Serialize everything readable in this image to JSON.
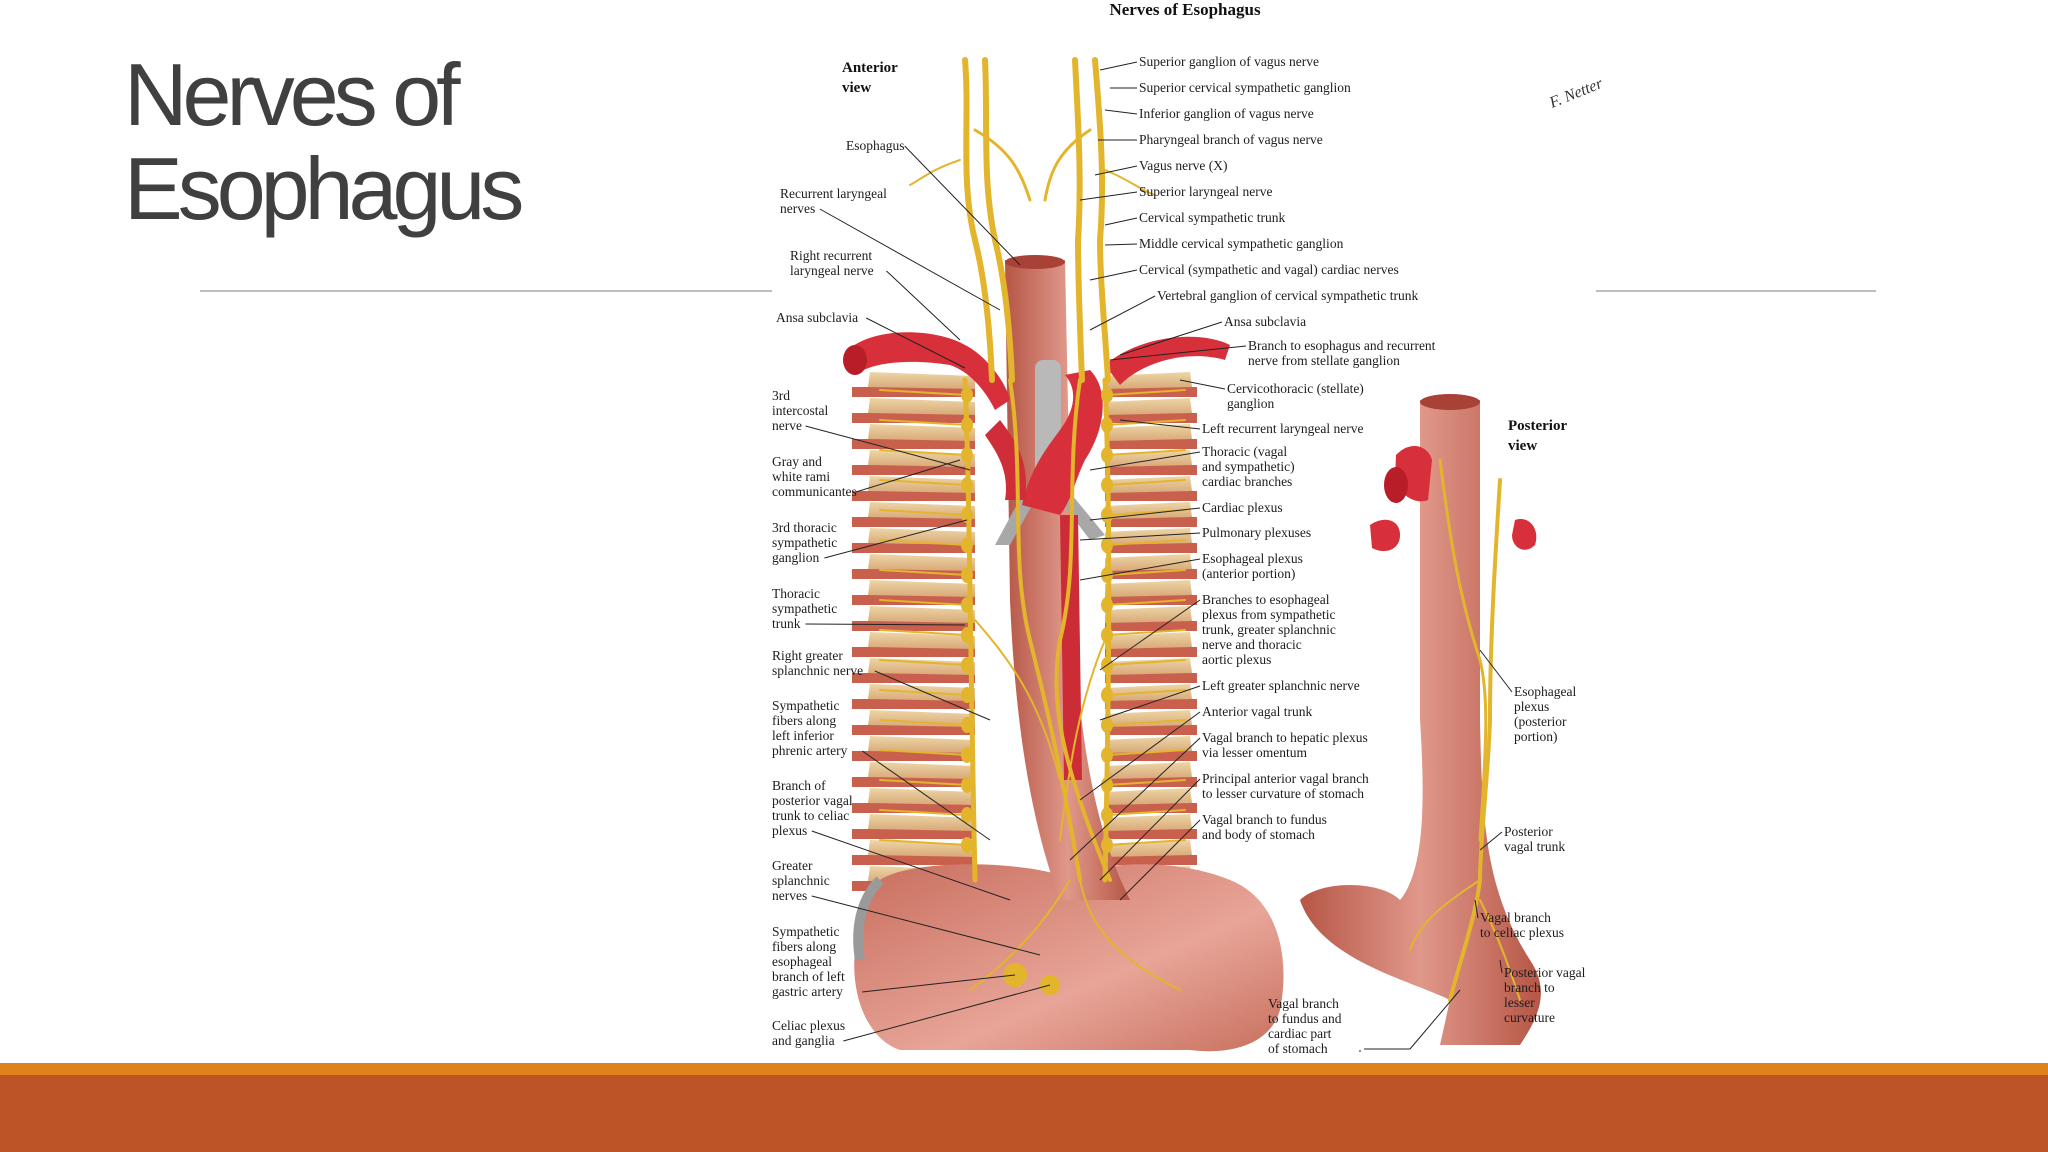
{
  "slide": {
    "title_line1": "Nerves of",
    "title_line2": "Esophagus"
  },
  "figure": {
    "title": "Nerves of Esophagus",
    "anterior_view": [
      "Anterior",
      "view"
    ],
    "posterior_view": [
      "Posterior",
      "view"
    ],
    "signature": "F. Netter",
    "labels_left": [
      [
        "Esophagus"
      ],
      [
        "Recurrent laryngeal",
        "nerves"
      ],
      [
        "Right recurrent",
        "laryngeal nerve"
      ],
      [
        "Ansa subclavia"
      ],
      [
        "3rd",
        "intercostal",
        "nerve"
      ],
      [
        "Gray and",
        "white rami",
        "communicantes"
      ],
      [
        "3rd thoracic",
        "sympathetic",
        "ganglion"
      ],
      [
        "Thoracic",
        "sympathetic",
        "trunk"
      ],
      [
        "Right greater",
        "splanchnic nerve"
      ],
      [
        "Sympathetic",
        "fibers along",
        "left inferior",
        "phrenic artery"
      ],
      [
        "Branch of",
        "posterior vagal",
        "trunk to celiac",
        "plexus"
      ],
      [
        "Greater",
        "splanchnic",
        "nerves"
      ],
      [
        "Sympathetic",
        "fibers along",
        "esophageal",
        "branch of left",
        "gastric artery"
      ],
      [
        "Celiac plexus",
        "and ganglia"
      ]
    ],
    "labels_right": [
      [
        "Superior ganglion of vagus nerve"
      ],
      [
        "Superior cervical sympathetic ganglion"
      ],
      [
        "Inferior ganglion of vagus nerve"
      ],
      [
        "Pharyngeal branch of vagus nerve"
      ],
      [
        "Vagus nerve (X)"
      ],
      [
        "Superior laryngeal nerve"
      ],
      [
        "Cervical sympathetic trunk"
      ],
      [
        "Middle cervical sympathetic ganglion"
      ],
      [
        "Cervical (sympathetic and vagal) cardiac nerves"
      ],
      [
        "Vertebral ganglion of cervical sympathetic trunk"
      ],
      [
        "Ansa subclavia"
      ],
      [
        "Branch to esophagus and recurrent",
        "nerve from stellate ganglion"
      ],
      [
        "Cervicothoracic (stellate)",
        "ganglion"
      ],
      [
        "Left recurrent laryngeal nerve"
      ],
      [
        "Thoracic (vagal",
        "and sympathetic)",
        "cardiac branches"
      ],
      [
        "Cardiac plexus"
      ],
      [
        "Pulmonary plexuses"
      ],
      [
        "Esophageal plexus",
        "(anterior portion)"
      ],
      [
        "Branches to esophageal",
        "plexus from sympathetic",
        "trunk, greater splanchnic",
        "nerve and thoracic",
        "aortic plexus"
      ],
      [
        "Left greater splanchnic nerve"
      ],
      [
        "Anterior vagal trunk"
      ],
      [
        "Vagal branch to hepatic plexus",
        "via lesser omentum"
      ],
      [
        "Principal anterior vagal branch",
        "to lesser curvature of stomach"
      ],
      [
        "Vagal branch to fundus",
        "and body of stomach"
      ]
    ],
    "label_bottom": [
      "Vagal branch",
      "to fundus and",
      "cardiac part",
      "of stomach"
    ],
    "labels_posterior": [
      [
        "Esophageal",
        "plexus",
        "(posterior",
        "portion)"
      ],
      [
        "Posterior",
        "vagal trunk"
      ],
      [
        "Vagal branch",
        "to celiac plexus"
      ],
      [
        "Posterior vagal",
        "branch to",
        "lesser",
        "curvature"
      ]
    ]
  },
  "colors": {
    "title_text": "#404040",
    "divider": "#bdbdbd",
    "band_thin": "#e0821c",
    "band_thick": "#bc5428",
    "nerve": "#e3b52c",
    "muscle": "#c46a58",
    "artery": "#d8303a",
    "bone": "#e8cf9e"
  }
}
